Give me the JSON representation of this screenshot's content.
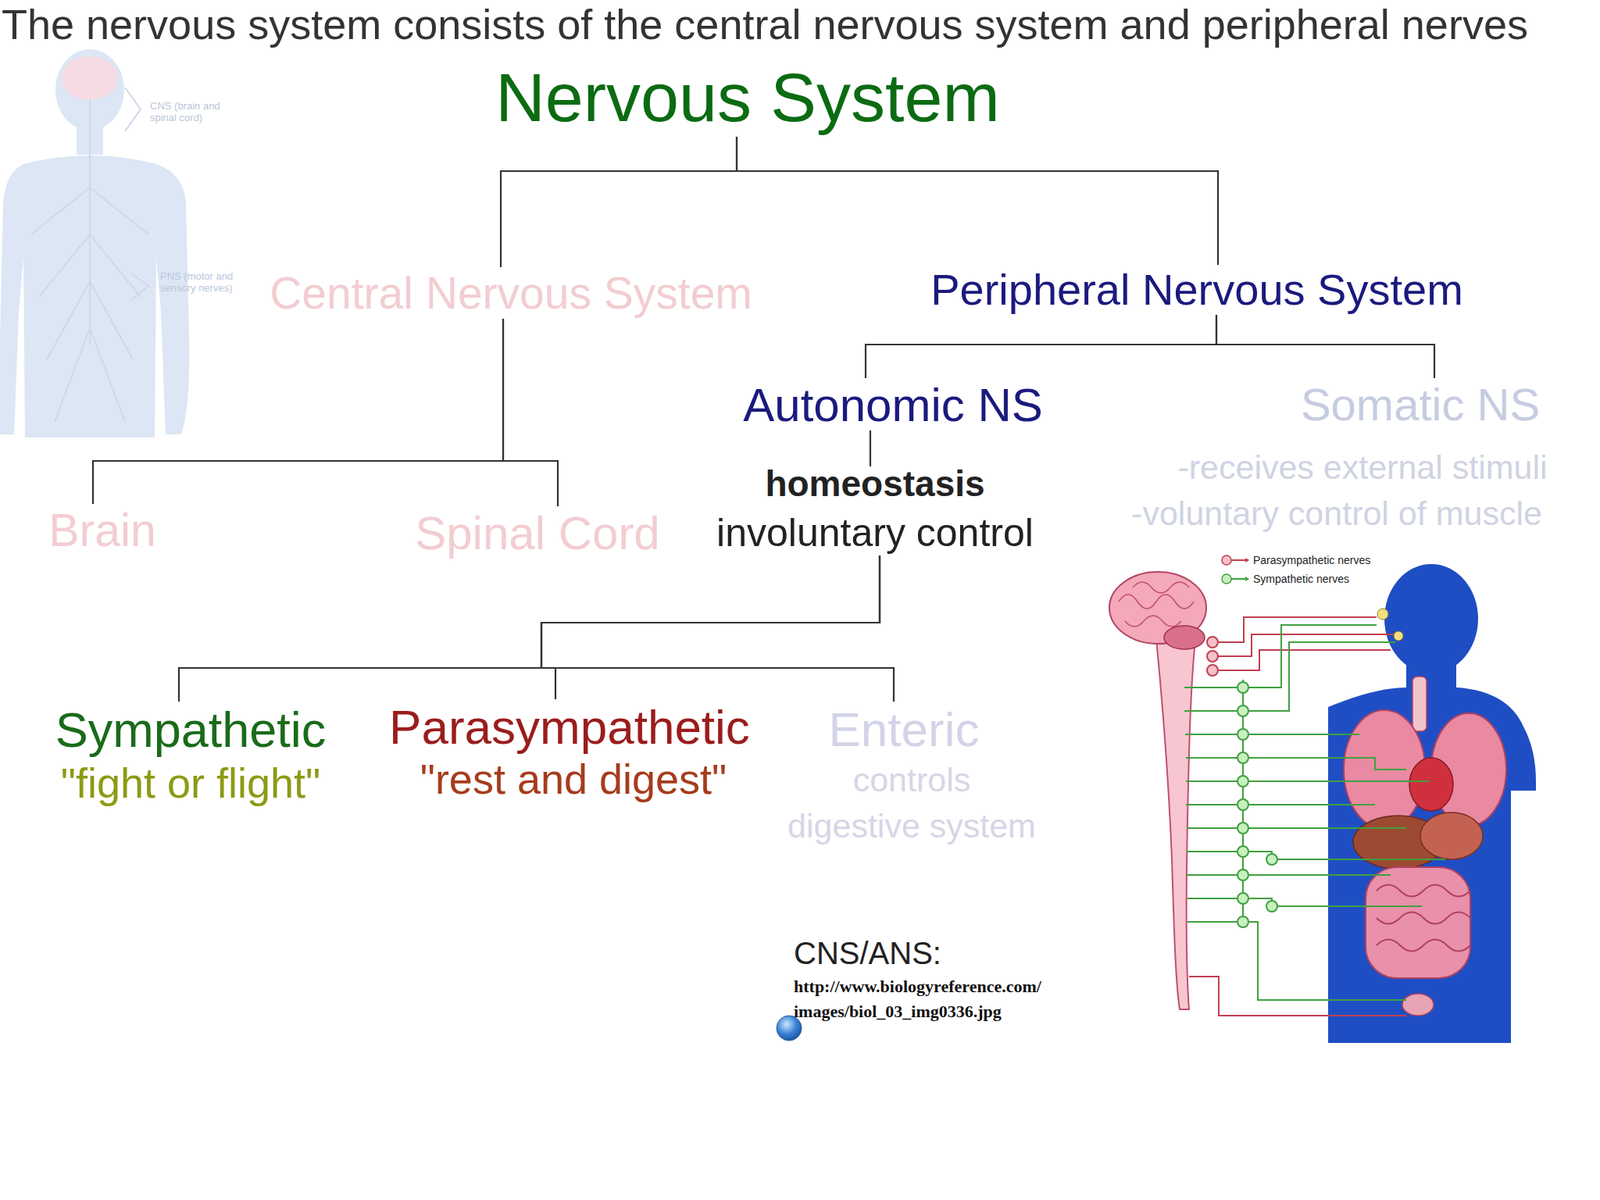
{
  "diagram": {
    "title": "The nervous system consists of the central nervous system and peripheral nerves",
    "nodes": [
      {
        "text": [
          "Nervous System"
        ]
      },
      {
        "text": [
          "Central Nervous System"
        ]
      },
      {
        "text": [
          "Peripheral Nervous System"
        ]
      },
      {
        "text": [
          "Autonomic NS",
          "homeostasis",
          "involuntary control"
        ]
      },
      {
        "text": [
          "Somatic NS",
          "-receives external stimuli",
          "-voluntary control of muscle"
        ]
      },
      {
        "text": [
          "Brain"
        ]
      },
      {
        "text": [
          "Spinal Cord"
        ]
      },
      {
        "text": [
          "Sympathetic",
          "\"fight or flight\""
        ]
      },
      {
        "text": [
          "Parasympathetic",
          "\"rest and digest\""
        ]
      },
      {
        "text": [
          "Enteric",
          "controls digestive system"
        ]
      }
    ],
    "edges": [
      {
        "from": 0,
        "to": 1,
        "arrow": "none"
      },
      {
        "from": 0,
        "to": 2,
        "arrow": "none"
      },
      {
        "from": 1,
        "to": 5,
        "arrow": "none"
      },
      {
        "from": 1,
        "to": 6,
        "arrow": "none"
      },
      {
        "from": 2,
        "to": 3,
        "arrow": "none"
      },
      {
        "from": 2,
        "to": 4,
        "arrow": "none"
      },
      {
        "from": 3,
        "to": 7,
        "arrow": "none"
      },
      {
        "from": 3,
        "to": 8,
        "arrow": "none"
      },
      {
        "from": 3,
        "to": 9,
        "arrow": "none"
      }
    ],
    "labels": [
      "CNS (brain and spinal cord)",
      "PNS (motor and sensory nerves)",
      "CNS/ANS:",
      "http://www.biologyreference.com/ images/biol_03_img0336.jpg"
    ],
    "legend": [
      {
        "text": "Parasympathetic nerves"
      },
      {
        "text": "Sympathetic nerves"
      }
    ]
  }
}
